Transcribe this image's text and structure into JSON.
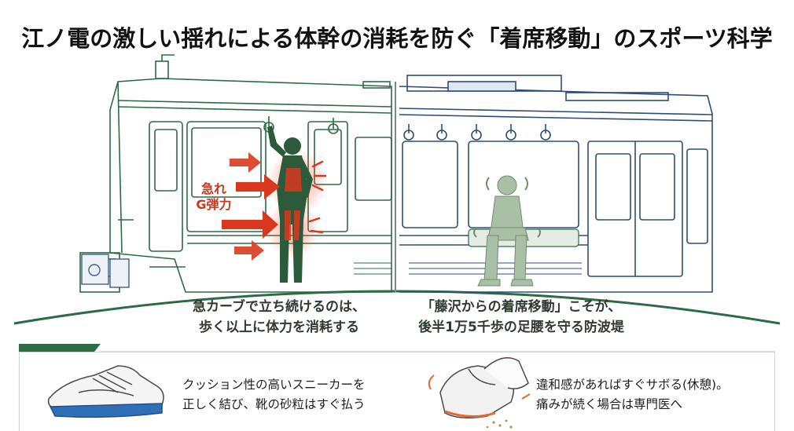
{
  "title": "江ノ電の激しい揺れによる体幹の消耗を防ぐ「着席移動」のスポーツ科学",
  "colors": {
    "line_green": "#2e6b45",
    "train_blue": "#2d4d78",
    "force_red": "#d9381e",
    "seated_figure": "#a9bfa6",
    "standing_figure": "#2b5b3a"
  },
  "diagram": {
    "force_label": [
      "急れ",
      "G弾力"
    ],
    "left_caption": [
      "急カーブで立ち続けるのは、",
      "歩く以上に体力を消耗する"
    ],
    "right_caption": [
      "「藤沢からの着席移動」こそが、",
      "後半1万5千歩の足腰を守る防波堤"
    ]
  },
  "tips": [
    {
      "icon": "sneaker-icon",
      "lines": [
        "クッション性の高いスニーカーを",
        "正しく結び、靴の砂粒はすぐ払う"
      ]
    },
    {
      "icon": "shoe-sand-icon",
      "lines": [
        "違和感があればすぐサボる(休憩)。",
        "痛みが続く場合は専門医へ"
      ]
    }
  ]
}
